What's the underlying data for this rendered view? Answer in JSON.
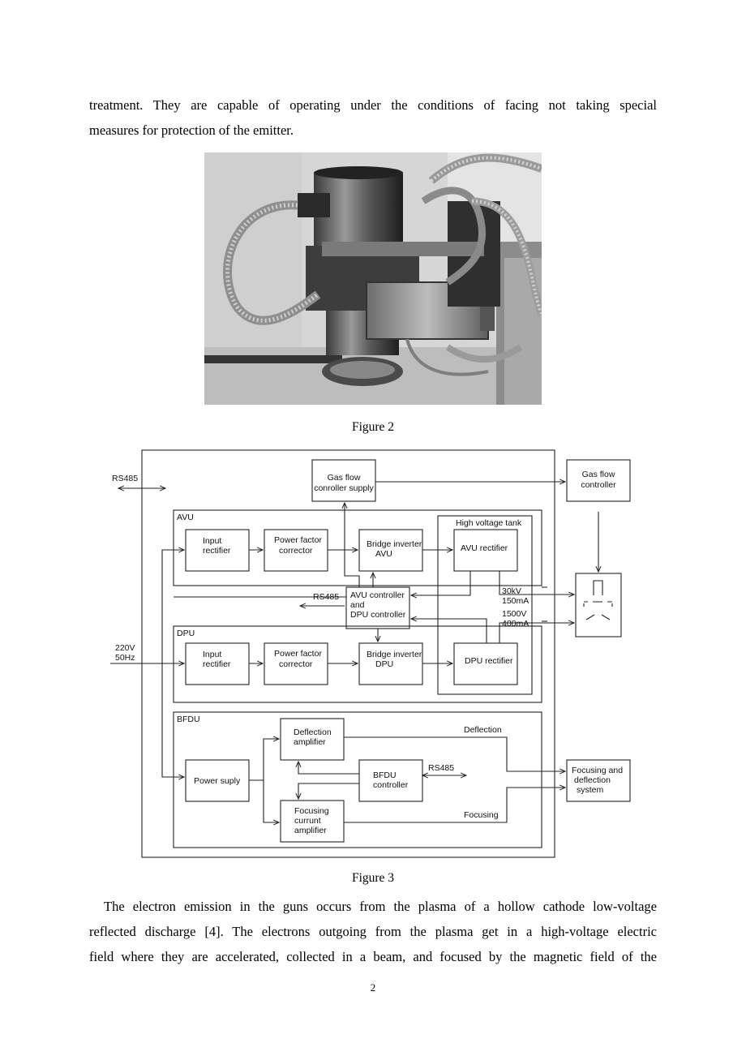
{
  "page": {
    "para_top": [
      "treatment. They are capable of operating under the conditions of facing not taking special",
      "measures for protection of the emitter."
    ],
    "figure2_caption": "Figure 2",
    "figure3_caption": "Figure 3",
    "para_bottom": [
      "The electron emission in the guns occurs from the plasma of a hollow cathode low-voltage",
      "reflected discharge [4]. The electrons outgoing from the plasma get in a high-voltage electric",
      "field where they are accelerated, collected in a beam, and focused by the magnetic field of the"
    ],
    "page_number": "2"
  },
  "diagram": {
    "rs485_left": "RS485",
    "gas_supply": [
      "Gas flow",
      "conroller supply"
    ],
    "gas_controller": [
      "Gas flow",
      "controller"
    ],
    "avu_label": "AVU",
    "hv_tank_label": "High voltage tank",
    "input_rectifier": [
      "Input",
      "rectifier"
    ],
    "pfc": [
      "Power factor",
      "corrector"
    ],
    "bridge_avu": [
      "Bridge inverter",
      "AVU"
    ],
    "avu_rectifier": "AVU rectifier",
    "controller_rs485": "RS485",
    "controller": [
      "AVU controller",
      "and",
      "DPU controller"
    ],
    "out_30kv": "30kV",
    "out_150ma": "150mA",
    "out_1500v": "1500V",
    "out_400ma": "400mA",
    "dpu_label": "DPU",
    "mains": [
      "220V",
      "50Hz"
    ],
    "bridge_dpu": [
      "Bridge inverter",
      "DPU"
    ],
    "dpu_rectifier": "DPU rectifier",
    "bfdu_label": "BFDU",
    "deflection_amp": [
      "Deflection",
      "amplifier"
    ],
    "deflection_label": "Deflection",
    "bfdu_rs485": "RS485",
    "bfdu_controller": [
      "BFDU",
      "controller"
    ],
    "power_supply": "Power suply",
    "focusing_amp": [
      "Focusing",
      "currunt",
      "amplifier"
    ],
    "focusing_label": "Focusing",
    "focus_system": [
      "Focusing and",
      "deflection",
      "system"
    ]
  },
  "colors": {
    "line": "#222222",
    "photo_bg": "#d9d9d9"
  }
}
